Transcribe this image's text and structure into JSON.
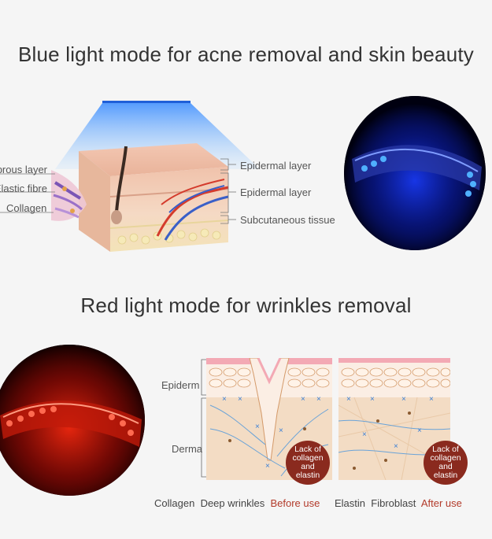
{
  "blue_section": {
    "heading": "Blue light mode for acne removal and skin beauty",
    "left_labels": [
      "Fibrous layer",
      "Elastic fibre",
      "Collagen"
    ],
    "right_labels": [
      "Epidermal layer",
      "Epidermal layer",
      "Subcutaneous tissue"
    ],
    "light_color": "#2a5bff"
  },
  "red_section": {
    "heading": "Red light mode for wrinkles removal",
    "side_labels": [
      "Epiderm",
      "Derma"
    ],
    "badge_text": [
      "Lack of",
      "collagen",
      "and",
      "elastin"
    ],
    "badge_text_after": [
      "Lack of",
      "collagen",
      "and",
      "elastin"
    ],
    "caption_before": {
      "a": "Collagen",
      "b": "Deep wrinkles",
      "c": "Before use"
    },
    "caption_after": {
      "a": "Elastin",
      "b": "Fibroblast",
      "c": "After use"
    },
    "light_color": "#e01a10"
  }
}
